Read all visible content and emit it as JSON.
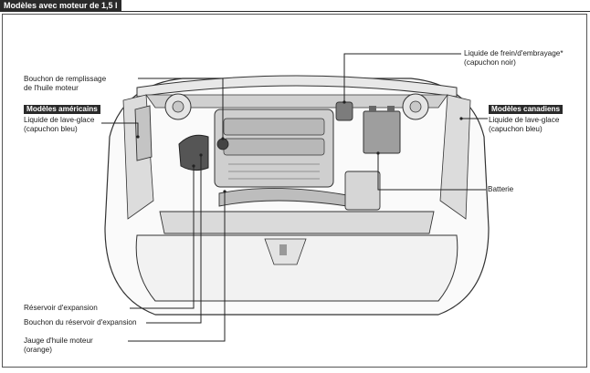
{
  "header": {
    "title": "Modèles avec moteur de 1,5 l"
  },
  "labels": {
    "oil_cap_line1": "Bouchon de remplissage",
    "oil_cap_line2": "de l'huile moteur",
    "us_models_tag": "Modèles américains",
    "washer_us_line1": "Liquide de lave-glace",
    "washer_us_line2": "(capuchon bleu)",
    "brake_line1": "Liquide de frein/d'embrayage*",
    "brake_line2": "(capuchon noir)",
    "canada_models_tag": "Modèles canadiens",
    "washer_ca_line1": "Liquide de lave-glace",
    "washer_ca_line2": "(capuchon bleu)",
    "battery": "Batterie",
    "expansion_tank": "Réservoir d'expansion",
    "expansion_cap": "Bouchon du réservoir d'expansion",
    "dipstick_line1": "Jauge d'huile moteur",
    "dipstick_line2": "(orange)"
  }
}
